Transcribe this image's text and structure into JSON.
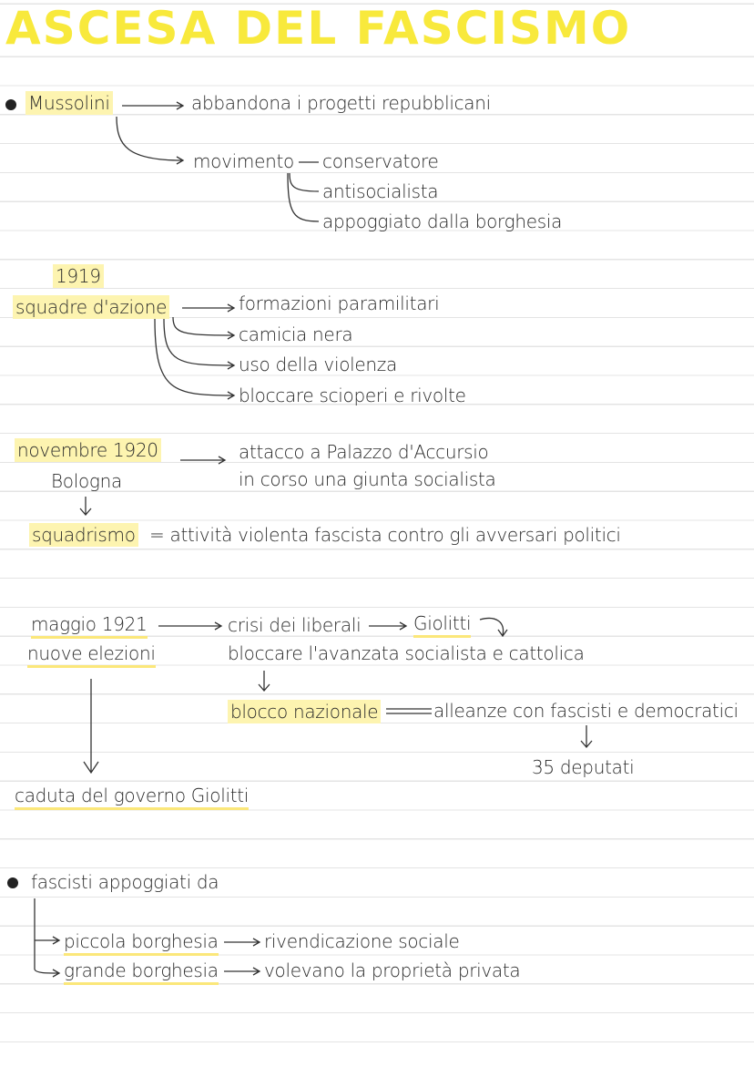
{
  "title": "ASCESA DEL FASCISMO",
  "s1": {
    "mussolini": "Mussolini",
    "abbandona": "abbandona i progetti repubblicani",
    "movimento": "movimento",
    "conservatore": "conservatore",
    "antisocialista": "antisocialista",
    "appoggiato": "appoggiato dalla borghesia"
  },
  "s2": {
    "year": "1919",
    "squadre": "squadre d'azione",
    "items": [
      "formazioni paramilitari",
      "camicia nera",
      "uso della violenza",
      "bloccare scioperi e rivolte"
    ]
  },
  "s3": {
    "date": "novembre 1920",
    "city": "Bologna",
    "attacco": "attacco a Palazzo d'Accursio",
    "giunta": "in corso una giunta socialista",
    "squadrismo": "squadrismo",
    "def": "= attività violenta fascista contro gli avversari politici"
  },
  "s4": {
    "date": "maggio 1921",
    "elezioni": "nuove elezioni",
    "crisi": "crisi dei liberali",
    "giolitti": "Giolitti",
    "bloccare": "bloccare l'avanzata socialista e cattolica",
    "blocco": "blocco nazionale",
    "alleanze": "alleanze con fascisti e democratici",
    "deputati": "35 deputati",
    "caduta": "caduta del governo Giolitti"
  },
  "s5": {
    "head": "fascisti appoggiati da",
    "piccola": "piccola borghesia",
    "rivendicazione": "rivendicazione sociale",
    "grande": "grande borghesia",
    "volevano": "volevano la proprietà privata"
  }
}
